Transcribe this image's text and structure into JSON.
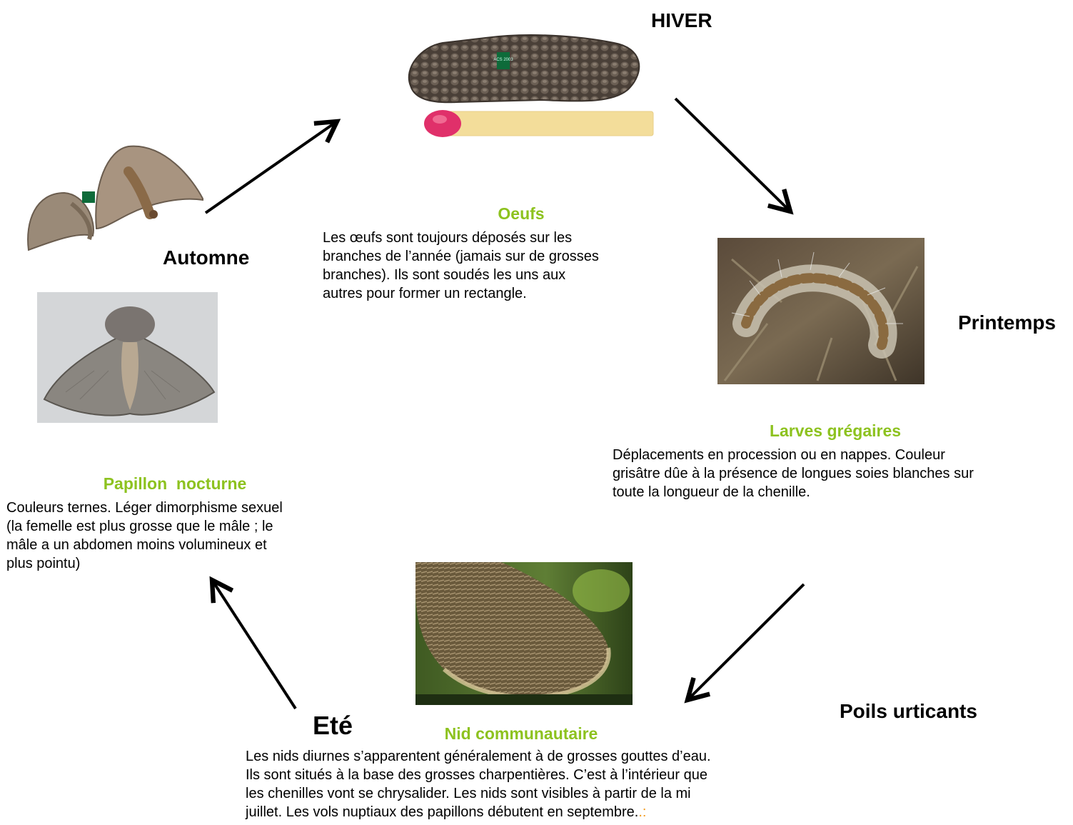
{
  "seasons": {
    "winter": "HIVER",
    "spring": "Printemps",
    "autumn": "Automne",
    "summer": "Eté",
    "stinging": "Poils urticants"
  },
  "stages": {
    "eggs": {
      "title": "Oeufs",
      "lines": [
        "Les œufs sont toujours déposés sur les",
        "branches de l’année (jamais sur de grosses",
        "branches).  Ils sont soudés les uns aux",
        "autres pour former un rectangle."
      ]
    },
    "larvae": {
      "title": "Larves grégaires",
      "lines": [
        "Déplacements en procession ou en nappes. Couleur",
        "grisâtre dûe à la présence de longues soies blanches sur",
        "toute la longueur de la chenille."
      ]
    },
    "nest": {
      "title": "Nid communautaire",
      "lines": [
        "Les nids diurnes s’apparentent généralement à de grosses gouttes d’eau.",
        "Ils sont situés à la base des grosses charpentières. C’est à l’intérieur que",
        "les chenilles vont se chrysalider. Les nids sont visibles à partir de la mi",
        "juillet. Les vols nuptiaux des papillons débutent en septembre."
      ],
      "trailing_mark": ".:"
    },
    "moth": {
      "title": "Papillon  nocturne",
      "lines": [
        "Couleurs ternes. Léger dimorphisme sexuel",
        "(la femelle est plus grosse que le mâle ; le",
        "mâle a un abdomen moins volumineux et",
        "plus pointu)"
      ]
    }
  },
  "photo_tags": {
    "egg_tag": "ACS 2003"
  },
  "colors": {
    "stage_title": "#8dc21f",
    "trailing_mark": "#f29a1e",
    "arrow": "#000000"
  }
}
